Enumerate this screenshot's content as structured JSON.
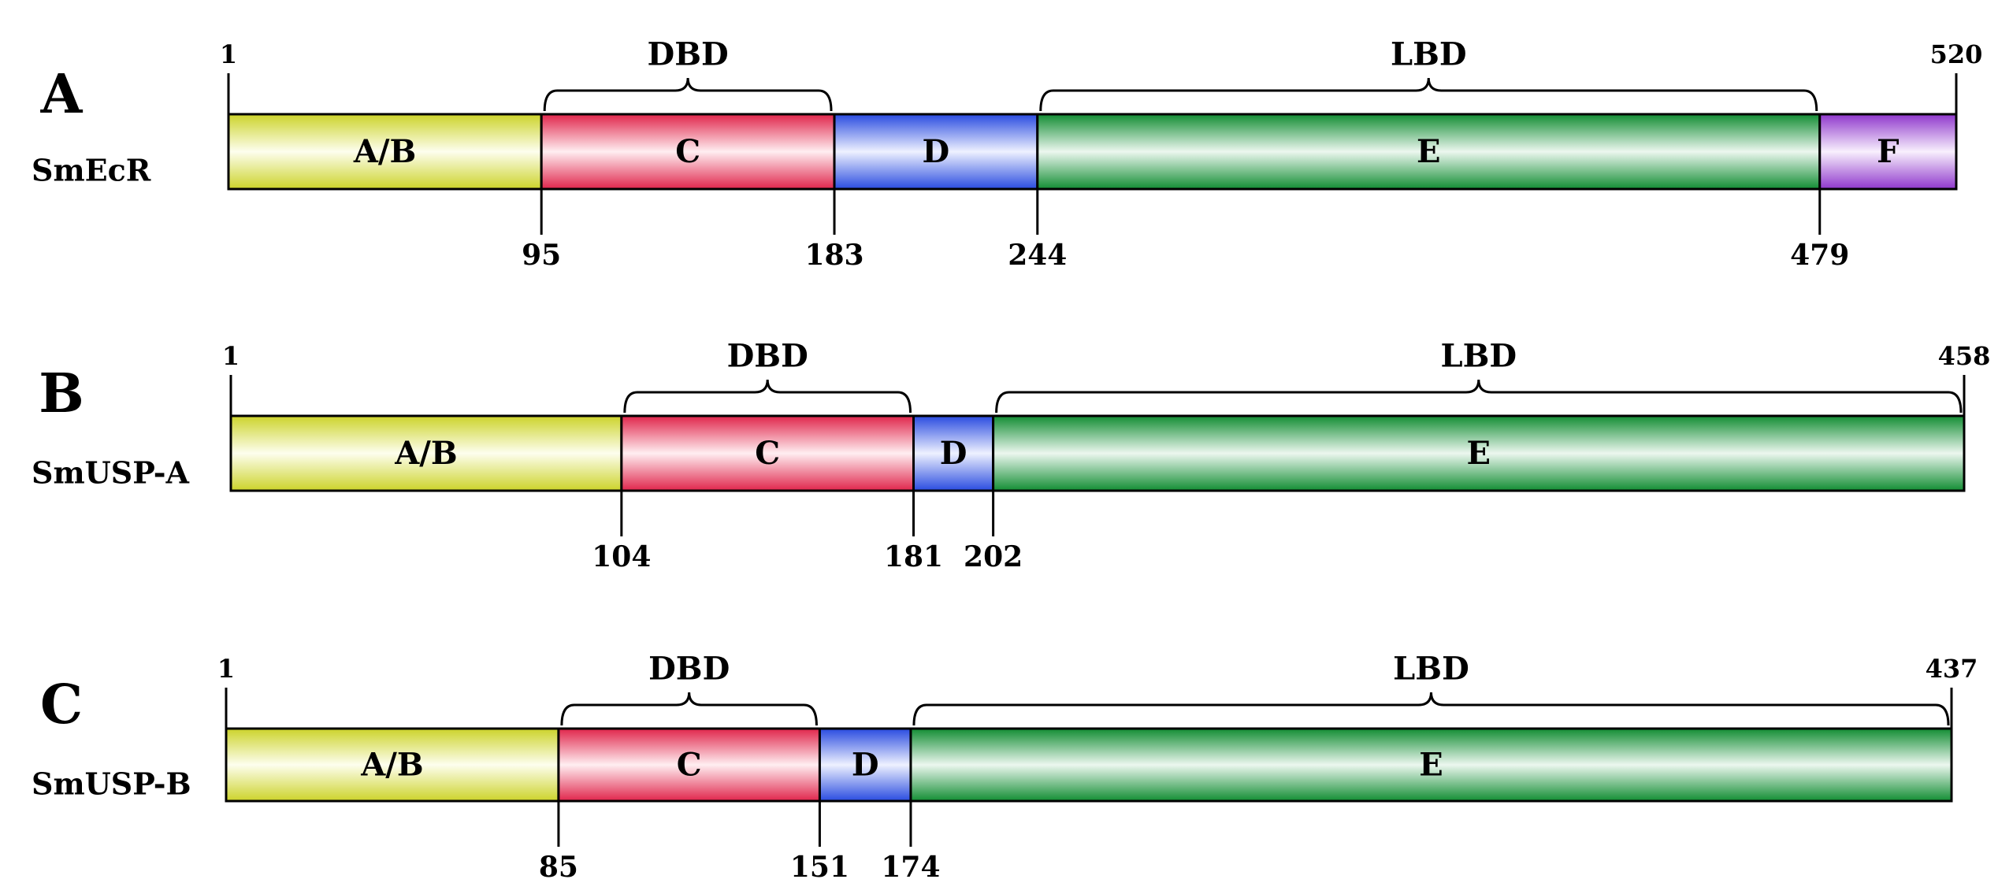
{
  "colors": {
    "A/B": "#e8f030",
    "C": "#ff2a55",
    "D": "#2f55ff",
    "E": "#14a03a",
    "F": "#a23ee8",
    "outline": "#000000"
  },
  "panels": [
    {
      "letter": "A",
      "protein": "SmEcR",
      "start": 1,
      "length": 520,
      "domains": [
        {
          "label": "A/B",
          "start": 1,
          "end": 95,
          "color": "#e8f030"
        },
        {
          "label": "C",
          "start": 95,
          "end": 183,
          "color": "#ff2a55"
        },
        {
          "label": "D",
          "start": 183,
          "end": 244,
          "color": "#2f55ff"
        },
        {
          "label": "E",
          "start": 244,
          "end": 479,
          "color": "#14a03a"
        },
        {
          "label": "F",
          "start": 479,
          "end": 520,
          "color": "#a23ee8"
        }
      ],
      "boundaries": [
        95,
        183,
        244,
        479
      ],
      "brackets": [
        {
          "label": "DBD",
          "start": 95,
          "end": 183
        },
        {
          "label": "LBD",
          "start": 244,
          "end": 479
        }
      ]
    },
    {
      "letter": "B",
      "protein": "SmUSP-A",
      "start": 1,
      "length": 458,
      "domains": [
        {
          "label": "A/B",
          "start": 1,
          "end": 104,
          "color": "#e8f030"
        },
        {
          "label": "C",
          "start": 104,
          "end": 181,
          "color": "#ff2a55"
        },
        {
          "label": "D",
          "start": 181,
          "end": 202,
          "color": "#2f55ff"
        },
        {
          "label": "E",
          "start": 202,
          "end": 458,
          "color": "#14a03a"
        }
      ],
      "boundaries": [
        104,
        181,
        202
      ],
      "brackets": [
        {
          "label": "DBD",
          "start": 104,
          "end": 181
        },
        {
          "label": "LBD",
          "start": 202,
          "end": 458
        }
      ]
    },
    {
      "letter": "C",
      "protein": "SmUSP-B",
      "start": 1,
      "length": 437,
      "domains": [
        {
          "label": "A/B",
          "start": 1,
          "end": 85,
          "color": "#e8f030"
        },
        {
          "label": "C",
          "start": 85,
          "end": 151,
          "color": "#ff2a55"
        },
        {
          "label": "D",
          "start": 151,
          "end": 174,
          "color": "#2f55ff"
        },
        {
          "label": "E",
          "start": 174,
          "end": 437,
          "color": "#14a03a"
        }
      ],
      "boundaries": [
        85,
        151,
        174
      ],
      "brackets": [
        {
          "label": "DBD",
          "start": 85,
          "end": 151
        },
        {
          "label": "LBD",
          "start": 174,
          "end": 437
        }
      ]
    }
  ]
}
